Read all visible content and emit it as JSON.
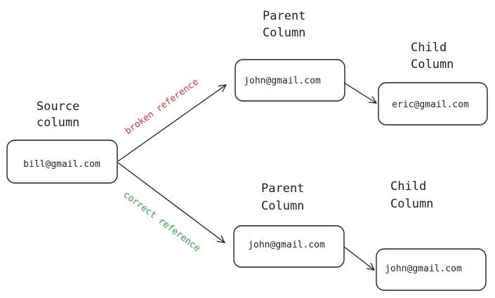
{
  "source": {
    "heading_line1": "Source",
    "heading_line2": "column",
    "value": "bill@gmail.com"
  },
  "top_branch": {
    "edge_label": "broken reference",
    "edge_color": "#e03131",
    "parent": {
      "heading_line1": "Parent",
      "heading_line2": "Column",
      "value": "john@gmail.com"
    },
    "child": {
      "heading_line1": "Child",
      "heading_line2": "Column",
      "value": "eric@gmail.com"
    }
  },
  "bottom_branch": {
    "edge_label": "correct reference",
    "edge_color": "#2f9e44",
    "parent": {
      "heading_line1": "Parent",
      "heading_line2": "Column",
      "value": "john@gmail.com"
    },
    "child": {
      "heading_line1": "Child",
      "heading_line2": "Column",
      "value": "john@gmail.com"
    }
  }
}
